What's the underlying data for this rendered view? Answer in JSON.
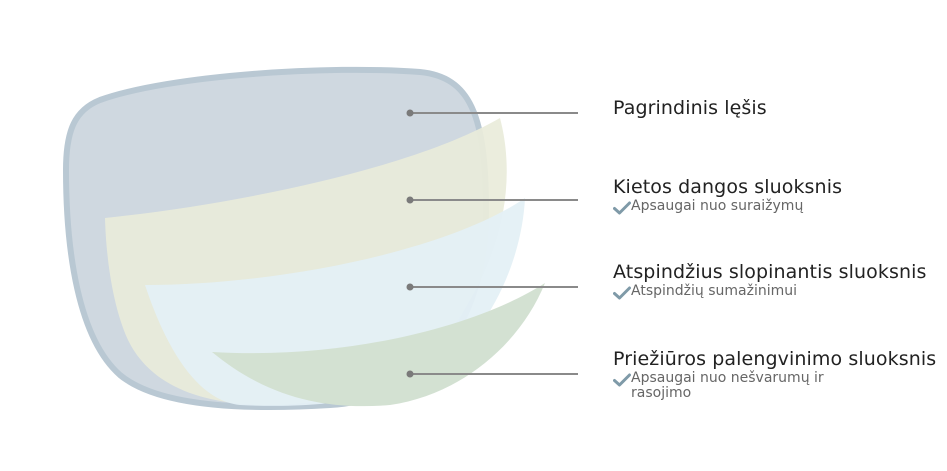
{
  "layers": [
    {
      "title": "Pagrindinis lęšis",
      "benefit": ""
    },
    {
      "title": "Kietos dangos sluoksnis",
      "benefit": "Apsaugai nuo suraižymų"
    },
    {
      "title": "Atspindžius slopinantis sluoksnis",
      "benefit": "Atspindžių sumažinimui"
    },
    {
      "title": "Priežiūros palengvinimo sluoksnis",
      "benefit": "Apsaugai nuo nešvarumų ir rasojimo"
    }
  ],
  "colors": {
    "base_lens": "#cfd8e0",
    "base_lens_rim": "#b9c8d3",
    "hard_coat": "#e9ebda",
    "anti_reflective": "#e4f0f6",
    "easy_clean": "#d3e1d2",
    "leader_line": "#8a8a8a",
    "check": "#7f9aa8",
    "text": "#222222",
    "subtext": "#666666"
  },
  "icons": {
    "benefit": "check-icon",
    "pointer": "dot-icon"
  }
}
